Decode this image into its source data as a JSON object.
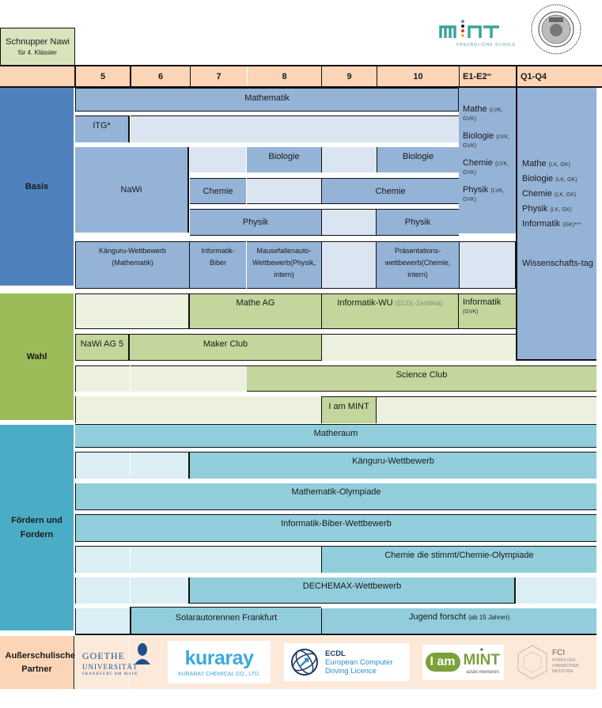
{
  "header": {
    "schnupper_title": "Schnupper Nawi",
    "schnupper_sub": "für 4. Klässler",
    "mint_logo_word": "mint",
    "mint_logo_sub": "FREUNDLICHE SCHULE",
    "school_seal_label": "school-seal"
  },
  "grades": [
    "5",
    "6",
    "7",
    "8",
    "9",
    "10",
    "E1-E2",
    "Q1-Q4"
  ],
  "grade_e_sup": "**",
  "sections": {
    "basis": "Basis",
    "wahl": "Wahl",
    "foerdern": "Fördern und Fordern",
    "partner": "Außerschulische Partner"
  },
  "basis": {
    "mathematik": "Mathematik",
    "itg": "ITG*",
    "nawi": "NaWi",
    "biologie_8": "Biologie",
    "biologie_10": "Biologie",
    "chemie_7": "Chemie",
    "chemie_9_10": "Chemie",
    "physik_7_8": "Physik",
    "physik_10": "Physik",
    "kaenguru": "Känguru-Wettbewerb",
    "kaenguru_sub": "(Mathematik)",
    "biber": "Informatik-Biber",
    "mausefalle": "Mausefallenauto-Wettbewerb(Physik, intern)",
    "praesentation": "Präsentations-wettbewerb(Chemie, intern)",
    "e_courses": [
      {
        "name": "Mathe",
        "note": "(LVK, GVK)"
      },
      {
        "name": "Biologie",
        "note": "(LVK, GVK)"
      },
      {
        "name": "Chemie",
        "note": "(LVK, GVK)"
      },
      {
        "name": "Physik",
        "note": "(LVK, GVK)"
      }
    ],
    "q_courses": [
      {
        "name": "Mathe",
        "note": "(LK, GK)"
      },
      {
        "name": "Biologie",
        "note": "(LK, GK)"
      },
      {
        "name": "Chemie",
        "note": "(LK, GK)"
      },
      {
        "name": "Physik",
        "note": "(LK, GK)"
      },
      {
        "name": "Informatik",
        "note": "(GK)***"
      }
    ],
    "wissenschaftstag": "Wissenschafts-tag"
  },
  "wahl": {
    "mathe_ag": "Mathe AG",
    "informatik_wu": "Informatik-WU",
    "informatik_wu_note": "(ECDL-Zertifikat)",
    "informatik_e": "Informatik",
    "informatik_e_note": "(GVK)",
    "nawi_ag": "NaWi AG 5",
    "maker_club": "Maker Club",
    "science_club": "Science Club",
    "i_am_mint": "I am MINT"
  },
  "foerdern": {
    "matheraum": "Matheraum",
    "kaenguru": "Känguru-Wettbewerb",
    "olympiade": "Mathematik-Olympiade",
    "biber": "Informatik-Biber-Wettbewerb",
    "chemie": "Chemie die stimmt/Chemie-Olympiade",
    "dechemax": "DECHEMAX-Wettbewerb",
    "solar": "Solarautorennen Frankfurt",
    "jugend": "Jugend forscht",
    "jugend_note": "(ab 15 Jahren)"
  },
  "partners": {
    "goethe_line1": "GOETHE",
    "goethe_line2": "UNIVERSITÄT",
    "goethe_line3": "FRANKFURT AM MAIN",
    "kuraray": "kuraray",
    "kuraray_sub": "KURARAY CHEMICAL CO., LTD.",
    "ecdl_title": "ECDL",
    "ecdl_line1": "European Computer",
    "ecdl_line2": "Driving Licence",
    "iam_left": "I am",
    "iam_right": "MINT",
    "iam_sub": "azubi mentoren",
    "fci_title": "FCI",
    "fci_line1": "FONDS DER",
    "fci_line2": "CHEMISCHEN",
    "fci_line3": "INDUSTRIE"
  },
  "colors": {
    "header_orange": "#fbd5b5",
    "basis_blue": "#4f81bd",
    "wahl_green": "#9bbb59",
    "foerdern_teal": "#4bacc6",
    "mint_teal": "#3aa596"
  }
}
